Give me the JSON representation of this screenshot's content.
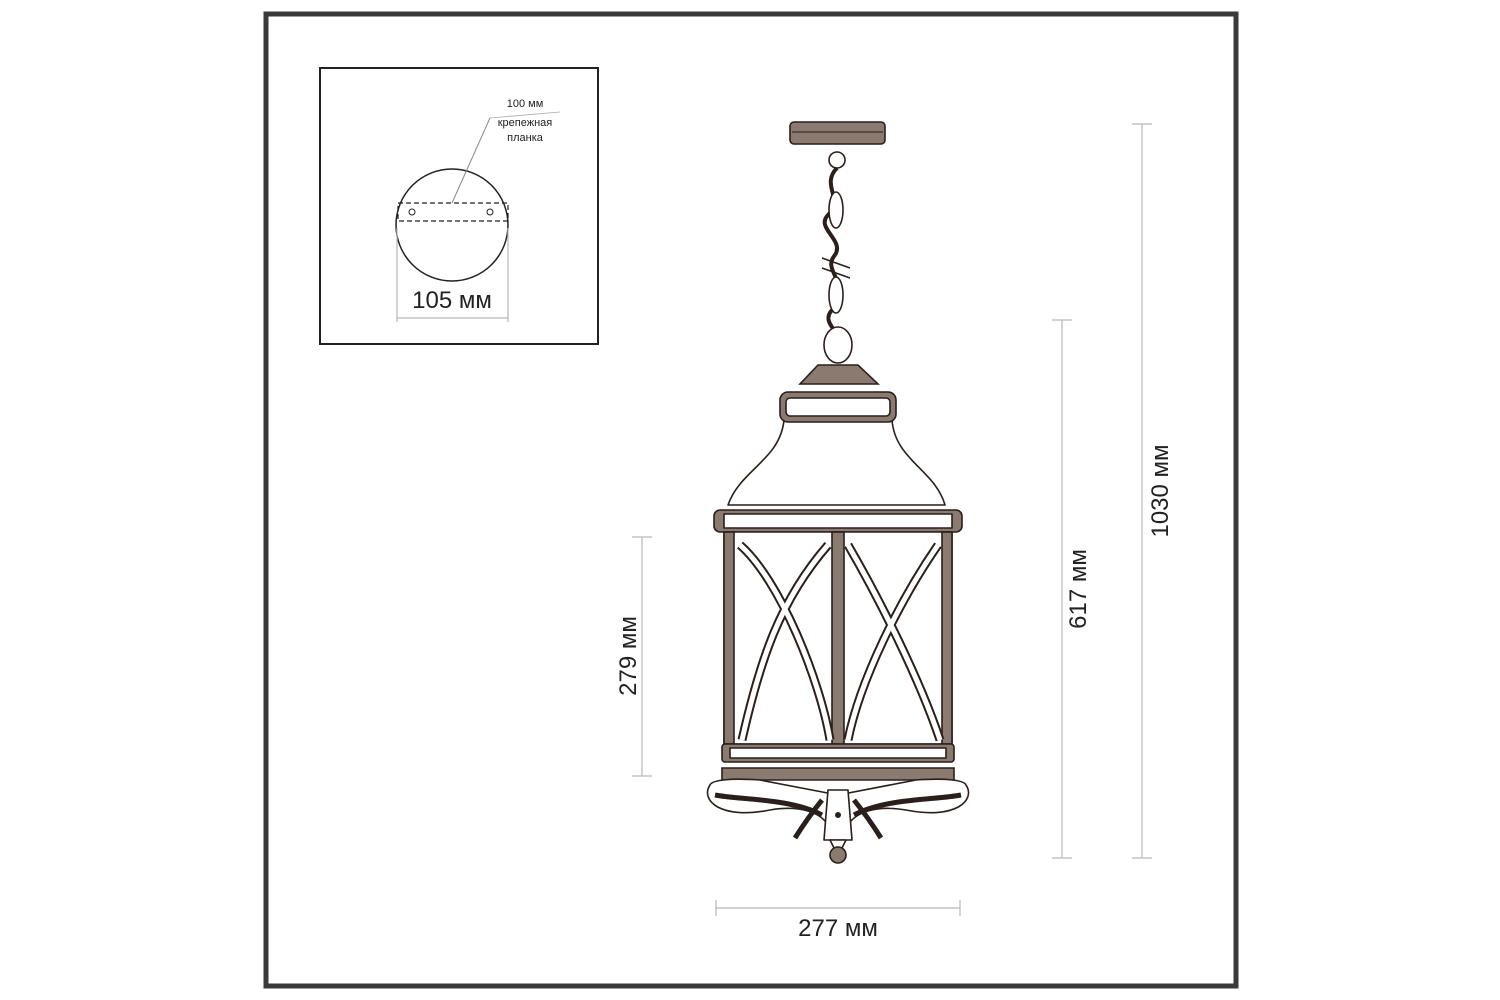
{
  "detail": {
    "plate_length": "100 мм",
    "plate_label_line1": "крепежная",
    "plate_label_line2": "планка",
    "canopy_diameter": "105 мм"
  },
  "dimensions": {
    "total_height": "1030 мм",
    "body_height": "617 мм",
    "glass_height": "279 мм",
    "width": "277 мм"
  },
  "colors": {
    "frame": "#2a1f1a",
    "dimension_line": "#b8b8b8",
    "border": "#3a3a3a"
  }
}
